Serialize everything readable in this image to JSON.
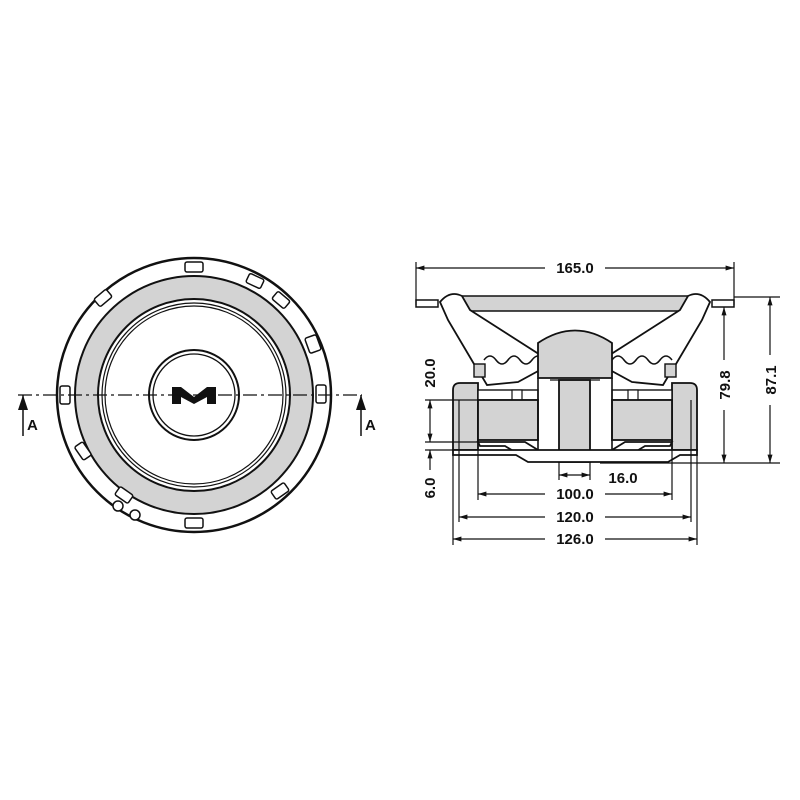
{
  "drawing": {
    "type": "speaker driver technical drawing",
    "views": [
      "front view",
      "side cross-section"
    ],
    "colors": {
      "line": "#111111",
      "fill_gray": "#d3d3d3",
      "background": "#ffffff"
    }
  },
  "front_view": {
    "section_marker_left": "A",
    "section_marker_right": "A",
    "logo": "M"
  },
  "side_view": {
    "dimensions": {
      "overall_diameter": "165.0",
      "total_depth": "87.1",
      "mounting_depth": "79.8",
      "magnet_height": "20.0",
      "plate_thickness": "6.0",
      "pole_vent_diameter": "16.0",
      "magnet_inner_diameter": "100.0",
      "magnet_diameter": "120.0",
      "magnet_outer_diameter": "126.0"
    }
  }
}
